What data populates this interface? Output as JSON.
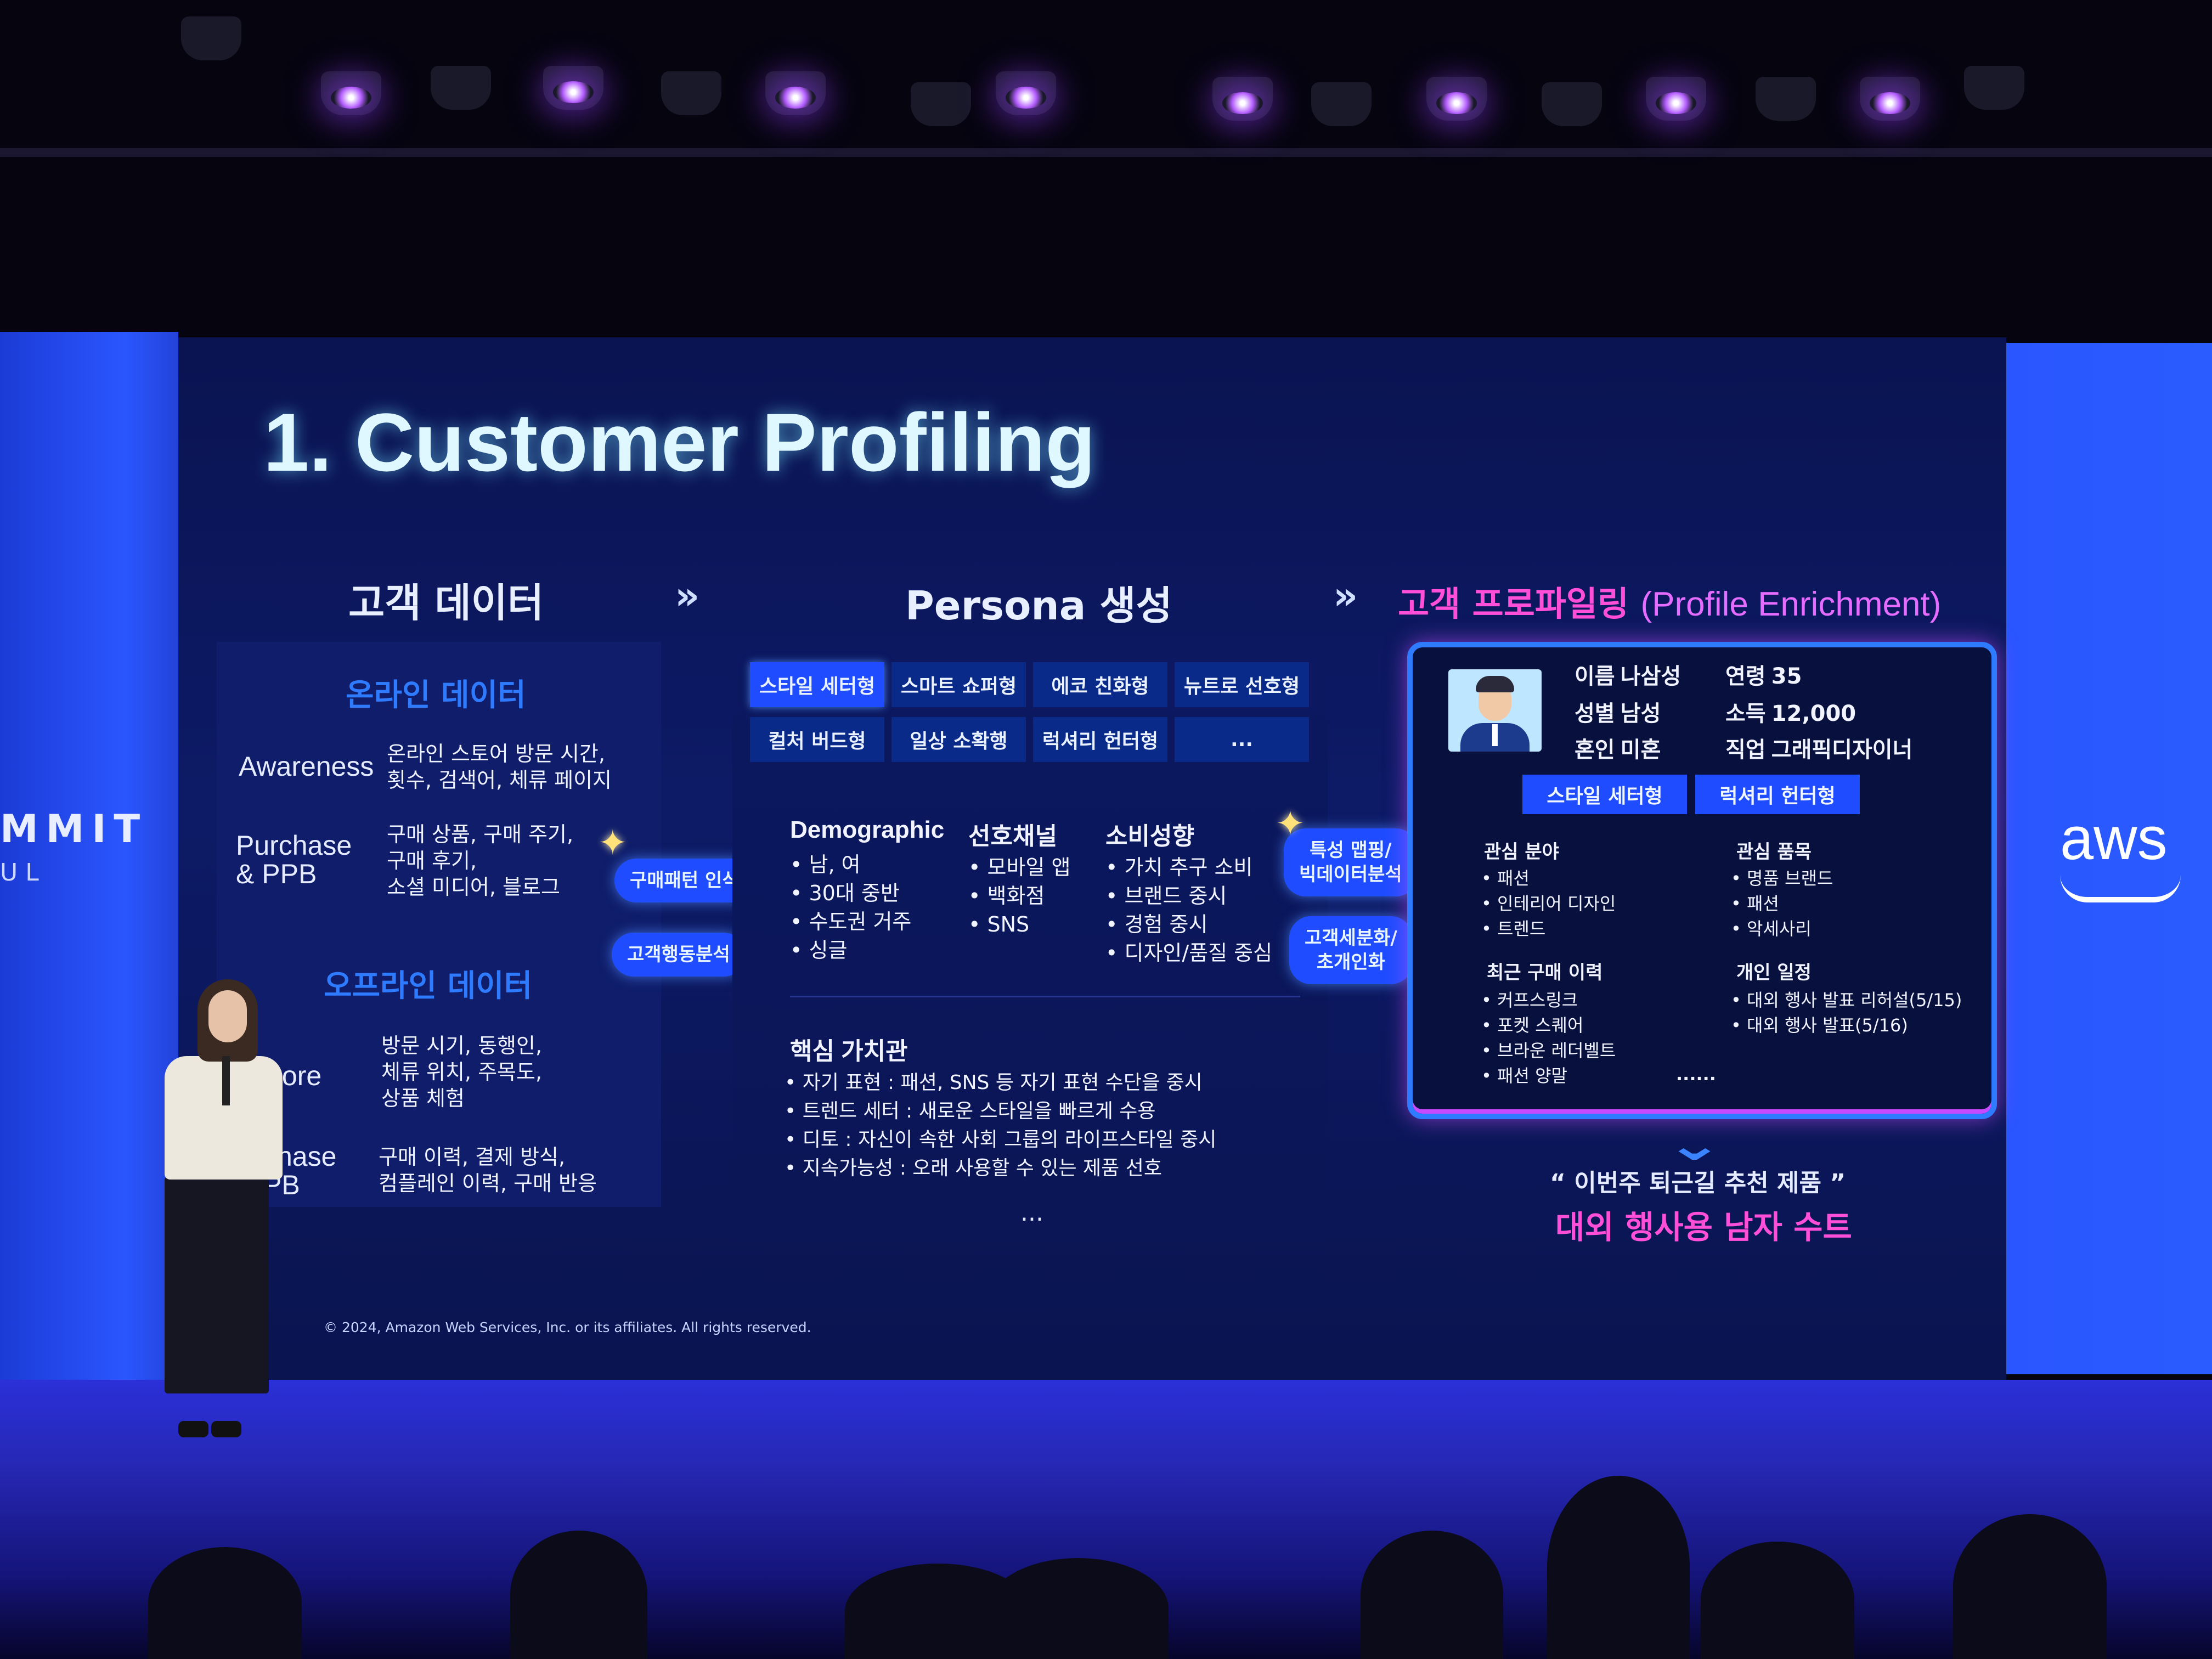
{
  "event_banner": {
    "left_text": "MMIT",
    "left_sub": "UL",
    "right_logo": "aws"
  },
  "slide": {
    "title": "1. Customer Profiling",
    "flow": {
      "col1": "고객 데이터",
      "arrow": "»",
      "col2": "Persona 생성",
      "col3_ko": "고객 프로파일링",
      "col3_en": "(Profile Enrichment)"
    },
    "online": {
      "title": "온라인 데이터",
      "rows": [
        {
          "label": "Awareness",
          "desc": "온라인 스토어 방문 시간,\n횟수, 검색어, 체류 페이지"
        },
        {
          "label": "Purchase\n& PPB",
          "desc": "구매 상품, 구매 주기,\n구매 후기,\n소셜 미디어, 블로그"
        }
      ]
    },
    "offline": {
      "title": "오프라인 데이터",
      "rows": [
        {
          "label": "tore",
          "desc": "방문 시기, 동행인,\n체류 위치, 주목도,\n상품 체험"
        },
        {
          "label": "chase\nPB",
          "desc": "구매 이력, 결제 방식,\n컴플레인 이력, 구매 반응"
        }
      ]
    },
    "pills_left": [
      "구매패턴 인식",
      "고객행동분석"
    ],
    "pills_right": [
      "특성 맵핑/\n빅데이터분석",
      "고객세분화/\n초개인화"
    ],
    "persona_tags": [
      "스타일 세터형",
      "스마트 쇼퍼형",
      "에코 친화형",
      "뉴트로 선호형",
      "컬처 버드형",
      "일상 소확행",
      "럭셔리 헌터형",
      "..."
    ],
    "persona_cols": [
      {
        "heading": "Demographic",
        "items": [
          "남, 여",
          "30대 중반",
          "수도권 거주",
          "싱글"
        ]
      },
      {
        "heading": "선호채널",
        "items": [
          "모바일 앱",
          "백화점",
          "SNS"
        ]
      },
      {
        "heading": "소비성향",
        "items": [
          "가치 추구 소비",
          "브랜드 중시",
          "경험 중시",
          "디자인/품질 중심"
        ]
      }
    ],
    "values": {
      "heading": "핵심 가치관",
      "items": [
        "자기 표현 : 패션, SNS 등 자기 표현 수단을 중시",
        "트렌드 세터 : 새로운 스타일을 빠르게 수용",
        "디토 : 자신이 속한 사회 그룹의 라이프스타일 중시",
        "지속가능성 : 오래 사용할 수 있는 제품 선호"
      ],
      "more": "..."
    },
    "profile": {
      "fields": [
        {
          "k": "이름",
          "v": "나삼성"
        },
        {
          "k": "연령",
          "v": "35"
        },
        {
          "k": "성별",
          "v": "남성"
        },
        {
          "k": "소득",
          "v": "12,000"
        },
        {
          "k": "혼인",
          "v": "미혼"
        },
        {
          "k": "직업",
          "v": "그래픽디자이너"
        }
      ],
      "tags": [
        "스타일 세터형",
        "럭셔리 헌터형"
      ],
      "interest_area": {
        "heading": "관심 분야",
        "items": [
          "패션",
          "인테리어 디자인",
          "트렌드"
        ]
      },
      "interest_item": {
        "heading": "관심 품목",
        "items": [
          "명품 브랜드",
          "패션",
          "악세사리"
        ]
      },
      "recent": {
        "heading": "최근 구매 이력",
        "items": [
          "커프스링크",
          "포켓 스퀘어",
          "브라운 레더벨트",
          "패션 양말"
        ]
      },
      "schedule": {
        "heading": "개인 일정",
        "items": [
          "대외 행사 발표 리허설(5/15)",
          "대외 행사 발표(5/16)"
        ]
      },
      "more": "......"
    },
    "recommend_caption": "“ 이번주 퇴근길 추천 제품 ”",
    "recommend_item": "대외 행사용 남자 수트",
    "copyright": "© 2024, Amazon Web Services, Inc. or its affiliates. All rights reserved."
  }
}
